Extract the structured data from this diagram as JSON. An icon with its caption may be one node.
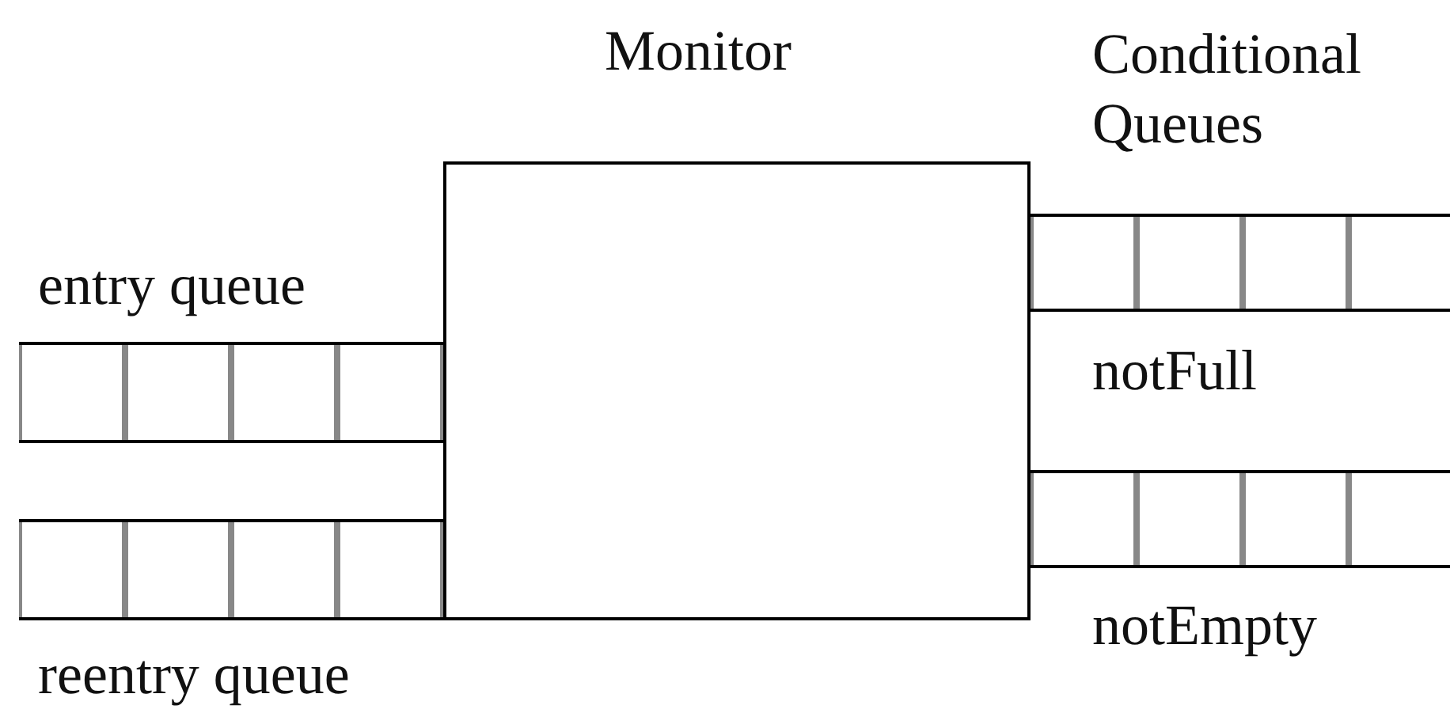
{
  "diagram": {
    "nodes": [
      {
        "text": [
          "Monitor"
        ]
      },
      {
        "text": [
          "entry queue"
        ]
      },
      {
        "text": [
          "reentry queue"
        ]
      },
      {
        "text": [
          "notFull"
        ]
      },
      {
        "text": [
          "notEmpty"
        ]
      }
    ],
    "labels": [
      "Conditional Queues"
    ]
  }
}
